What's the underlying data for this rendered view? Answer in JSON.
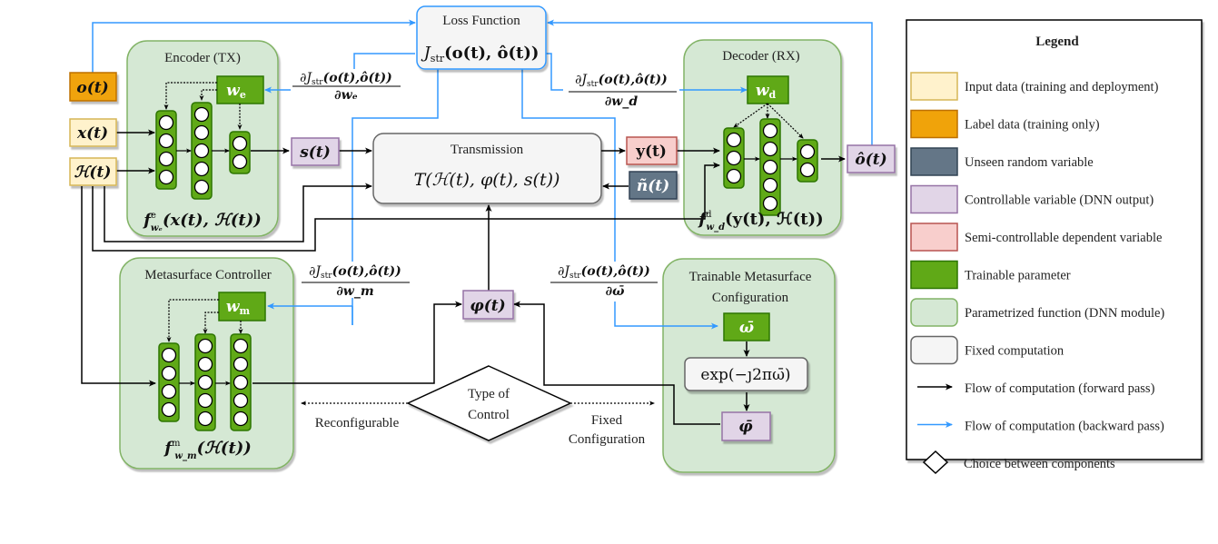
{
  "colors": {
    "input": "#fff2cc",
    "input_border": "#d6b656",
    "label": "#f0a30a",
    "label_border": "#bd7000",
    "unseen": "#647687",
    "unseen_border": "#314354",
    "controllable": "#e1d5e7",
    "controllable_border": "#9673a6",
    "semi": "#f8cecc",
    "semi_border": "#b85450",
    "trainable": "#60a917",
    "trainable_border": "#2d7600",
    "dnn": "#d5e8d4",
    "dnn_border": "#82b366",
    "fixed": "#f5f5f5",
    "fixed_border": "#666666",
    "forward": "#000000",
    "backward": "#3399ff"
  },
  "nodes": {
    "o_t": "o(t)",
    "x_t": "x(t)",
    "H_t": "ℋ(t)",
    "s_t": "s(t)",
    "y_t": "y(t)",
    "n_t": "ñ(t)",
    "o_hat_t": "ô(t)",
    "phi_t": "φ(t)",
    "w_e": "w",
    "w_e_sub": "e",
    "w_d": "w",
    "w_d_sub": "d",
    "w_m": "w",
    "w_m_sub": "m",
    "omega_bar": "ω̄",
    "phi_bar": "φ̄"
  },
  "loss": {
    "title": "Loss Function",
    "formula": "J",
    "formula_sub": "str",
    "formula_args": "(o(t), ô(t))"
  },
  "transmission": {
    "title": "Transmission",
    "formula": "T(ℋ(t), φ(t), s(t))"
  },
  "encoder": {
    "title": "Encoder (TX)",
    "func": "f",
    "func_sup": "e",
    "func_sub": "wₑ",
    "func_args": "(x(t), ℋ(t))"
  },
  "decoder": {
    "title": "Decoder (RX)",
    "func": "f",
    "func_sup": "d",
    "func_sub": "w_d",
    "func_args": "(y(t), ℋ(t))"
  },
  "metasurface_controller": {
    "title": "Metasurface Controller",
    "func": "f",
    "func_sup": "m",
    "func_sub": "w_m",
    "func_args": "(ℋ(t))"
  },
  "trainable_config": {
    "title_line1": "Trainable Metasurface",
    "title_line2": "Configuration",
    "exp": "exp(−ȷ2πω̄)"
  },
  "gradients": {
    "numerator": "∂J",
    "numerator_sub": "str",
    "numerator_args": "(o(t),ô(t))",
    "we": "∂wₑ",
    "wd": "∂w_d",
    "wm": "∂w_m",
    "omega": "∂ω̄"
  },
  "choice": {
    "line1": "Type of",
    "line2": "Control",
    "left_label": "Reconfigurable",
    "right_label_1": "Fixed",
    "right_label_2": "Configuration"
  },
  "legend": {
    "title": "Legend",
    "items": [
      {
        "key": "input",
        "label": "Input data (training and deployment)"
      },
      {
        "key": "label",
        "label": "Label data (training only)"
      },
      {
        "key": "unseen",
        "label": "Unseen random variable"
      },
      {
        "key": "controllable",
        "label": "Controllable variable (DNN output)"
      },
      {
        "key": "semi",
        "label": "Semi-controllable dependent variable"
      },
      {
        "key": "trainable",
        "label": "Trainable parameter"
      },
      {
        "key": "dnn",
        "label": "Parametrized function (DNN module)"
      },
      {
        "key": "fixed",
        "label": "Fixed computation"
      },
      {
        "key": "forward",
        "label": "Flow of computation (forward pass)"
      },
      {
        "key": "backward",
        "label": "Flow of computation (backward pass)"
      },
      {
        "key": "choice",
        "label": "Choice between components"
      }
    ]
  }
}
